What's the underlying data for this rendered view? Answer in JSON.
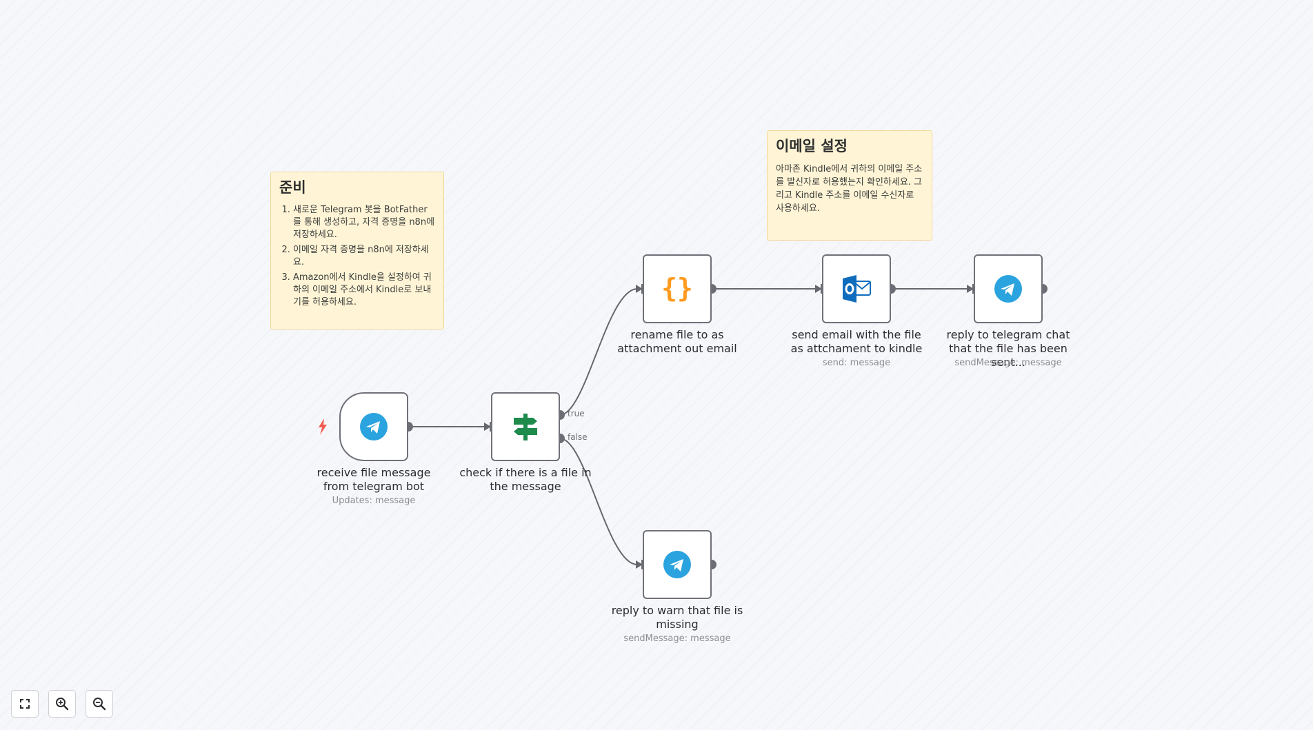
{
  "sticky_prep": {
    "title": "준비",
    "items": [
      "새로운 Telegram 봇을 BotFather를 통해 생성하고, 자격 증명을 n8n에 저장하세요.",
      "이메일 자격 증명을 n8n에 저장하세요.",
      "Amazon에서 Kindle을 설정하여 귀하의 이메일 주소에서 Kindle로 보내기를 허용하세요."
    ]
  },
  "sticky_email": {
    "title": "이메일 설정",
    "body": "아마존 Kindle에서 귀하의 이메일 주소를 발신자로 허용했는지 확인하세요. 그리고 Kindle 주소를 이메일 수신자로 사용하세요."
  },
  "nodes": {
    "receive": {
      "title": "receive file message from telegram bot",
      "subtitle": "Updates: message",
      "icon": "telegram-icon"
    },
    "check": {
      "title": "check if there is a file in the message",
      "icon": "signpost-icon"
    },
    "rename": {
      "title": "rename file to as attachment out email",
      "icon": "curly-braces-icon"
    },
    "send_email": {
      "title": "send email with the file as attchament to kindle",
      "subtitle": "send: message",
      "icon": "outlook-icon"
    },
    "reply_sent": {
      "title": "reply to telegram chat that the file has been sent...",
      "subtitle": "sendMessage: message",
      "icon": "telegram-icon"
    },
    "reply_missing": {
      "title": "reply to warn that file is missing",
      "subtitle": "sendMessage: message",
      "icon": "telegram-icon"
    }
  },
  "branches": {
    "true_label": "true",
    "false_label": "false"
  },
  "controls": [
    {
      "name": "fit-view",
      "icon": "fit-view-icon"
    },
    {
      "name": "zoom-in",
      "icon": "zoom-in-icon"
    },
    {
      "name": "zoom-out",
      "icon": "zoom-out-icon"
    }
  ],
  "colors": {
    "telegram": "#2aa3de",
    "code_orange": "#ff9a1f",
    "if_green": "#1e8a4c",
    "outlook_blue": "#0f6cbd",
    "trigger_bolt": "#f25b50",
    "sticky_bg": "#fff5d6"
  }
}
